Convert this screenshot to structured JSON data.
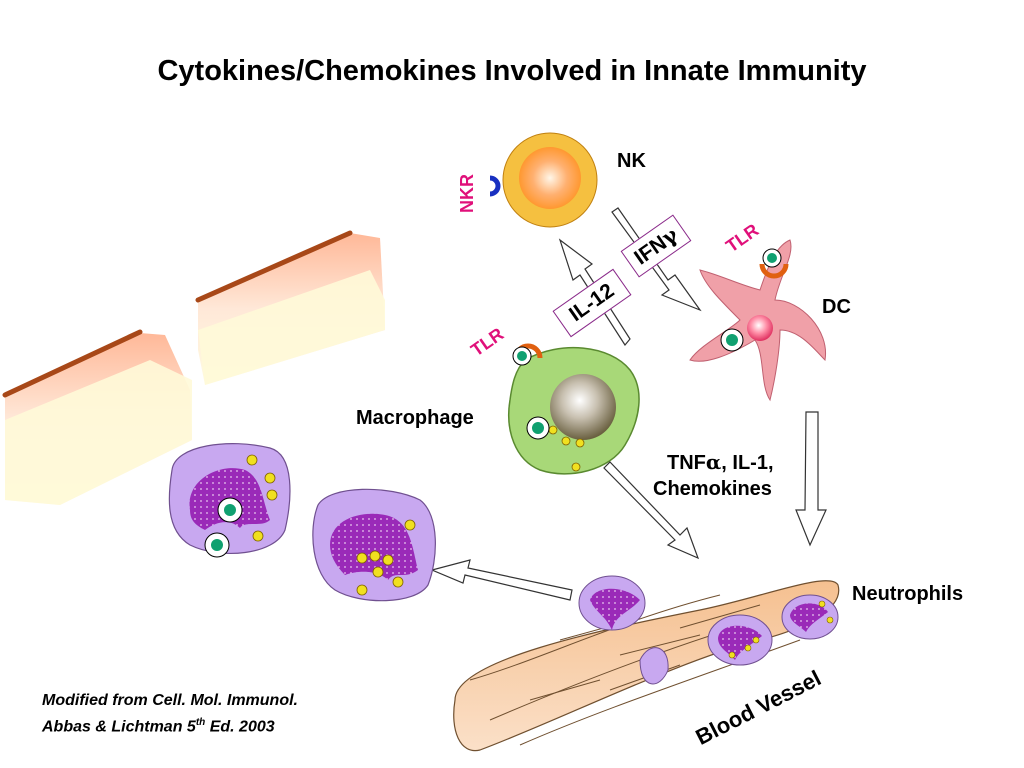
{
  "title": "Cytokines/Chemokines Involved in Innate Immunity",
  "cells": {
    "nk": "NK",
    "nkr": "NKR",
    "dc": "DC",
    "tlr_dc": "TLR",
    "tlr_macrophage": "TLR",
    "macrophage": "Macrophage",
    "neutrophils": "Neutrophils",
    "blood_vessel": "Blood Vessel"
  },
  "cytokines": {
    "il12": "IL-12",
    "ifn_prefix": "IFN",
    "ifn_greek": "γ",
    "tnf_prefix": "TNF",
    "tnf_greek": "α",
    "tnf_rest": ", IL-1,",
    "chemokines": "Chemokines"
  },
  "citation": {
    "line1": "Modified from Cell. Mol. Immunol.",
    "line2_a": "Abbas  & Lichtman 5",
    "line2_sup": "th",
    "line2_b": " Ed. 2003"
  },
  "colors": {
    "accent_pink": "#e0107a",
    "nk_ring": "#f5c040",
    "macrophage": "#a8d878",
    "neutrophil_cytoplasm": "#c8a8f0",
    "neutrophil_nucleus": "#9a2ab8",
    "vessel": "#f5c8a0",
    "dc": "#f0a0a8"
  }
}
